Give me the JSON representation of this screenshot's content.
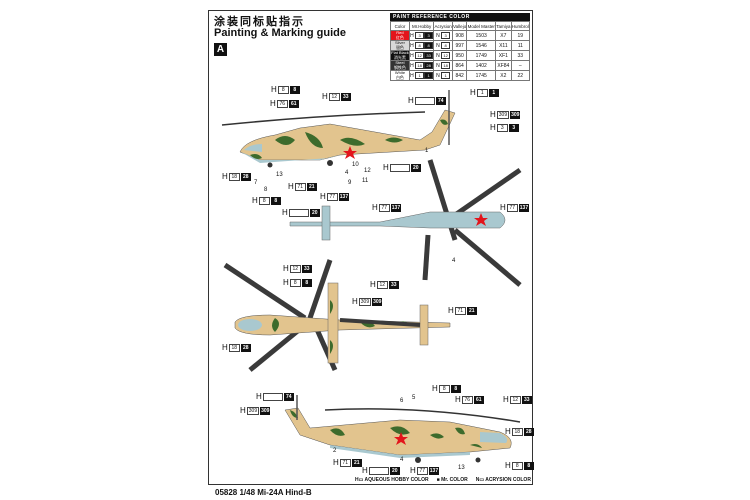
{
  "header": {
    "title_cn": "涂装同标贴指示",
    "title_en": "Painting & Marking guide",
    "scheme_badge": "A"
  },
  "paint_reference": {
    "title": "PAINT  REFERENCE COLOR",
    "columns": [
      "Color",
      "Mr.Hobby",
      "Acrysion",
      "Vallejo",
      "Model Master",
      "Tamiya",
      "Humbrol"
    ],
    "rows": [
      {
        "color": "Red",
        "color_cn": "红色",
        "swatch": "#e3141b",
        "h": "3",
        "m": "3",
        "n": "3",
        "vallejo": "908",
        "model_master": "1503",
        "tamiya": "X7",
        "humbrol": "19"
      },
      {
        "color": "Silver",
        "color_cn": "银色",
        "swatch": "#d8d8d8",
        "h": "8",
        "m": "8",
        "n": "8",
        "vallejo": "997",
        "model_master": "1546",
        "tamiya": "X11",
        "humbrol": "11"
      },
      {
        "color": "Flat Black",
        "color_cn": "消光黑",
        "swatch": "#111111",
        "h": "12",
        "m": "33",
        "n": "12",
        "vallejo": "950",
        "model_master": "1749",
        "tamiya": "XF1",
        "humbrol": "33"
      },
      {
        "color": "Steel",
        "color_cn": "钢铁色",
        "swatch": "#333333",
        "h": "18",
        "m": "28",
        "n": "18",
        "vallejo": "864",
        "model_master": "1402",
        "tamiya": "XF84",
        "humbrol": "–"
      },
      {
        "color": "White",
        "color_cn": "白色",
        "swatch": "#ffffff",
        "h": "1",
        "m": "1",
        "n": "1",
        "vallejo": "842",
        "model_master": "1745",
        "tamiya": "X2",
        "humbrol": "22"
      }
    ]
  },
  "callouts": [
    {
      "a": "8",
      "b": "8"
    },
    {
      "a": "76",
      "b": "61"
    },
    {
      "a": "12",
      "b": "33"
    },
    {
      "a": "",
      "b": "74"
    },
    {
      "a": "1",
      "b": "1"
    },
    {
      "a": "309",
      "b": "309"
    },
    {
      "a": "3",
      "b": "3"
    },
    {
      "a": "",
      "b": "20"
    },
    {
      "a": "18",
      "b": "28"
    },
    {
      "a": "71",
      "b": "21"
    },
    {
      "a": "77",
      "b": "137"
    },
    {
      "a": "8",
      "b": "8"
    },
    {
      "a": "",
      "b": "20"
    },
    {
      "a": "77",
      "b": "137"
    },
    {
      "a": "77",
      "b": "137"
    },
    {
      "a": "12",
      "b": "33"
    },
    {
      "a": "12",
      "b": "33"
    },
    {
      "a": "8",
      "b": "8"
    },
    {
      "a": "309",
      "b": "309"
    },
    {
      "a": "71",
      "b": "21"
    },
    {
      "a": "18",
      "b": "28"
    },
    {
      "a": "8",
      "b": "8"
    },
    {
      "a": "",
      "b": "74"
    },
    {
      "a": "76",
      "b": "61"
    },
    {
      "a": "12",
      "b": "33"
    },
    {
      "a": "309",
      "b": "309"
    },
    {
      "a": "18",
      "b": "28"
    },
    {
      "a": "71",
      "b": "21"
    },
    {
      "a": "",
      "b": "20"
    },
    {
      "a": "77",
      "b": "137"
    },
    {
      "a": "8",
      "b": "8"
    }
  ],
  "callout_prefix": "H",
  "part_numbers": [
    "1",
    "13",
    "7",
    "8",
    "4",
    "9",
    "10",
    "11",
    "12",
    "4",
    "6",
    "5",
    "2",
    "4",
    "13"
  ],
  "legend": {
    "h": "AQUEOUS HOBBY COLOR",
    "m": "Mr. COLOR",
    "n": "ACRYSION COLOR"
  },
  "footer": "05828 1/48  Mi-24A Hind-B",
  "colors": {
    "sand": "#e2c48e",
    "green": "#3d6b2c",
    "belly": "#a9c8cf",
    "rotor": "#3a3a3a",
    "star": "#e3141b"
  }
}
